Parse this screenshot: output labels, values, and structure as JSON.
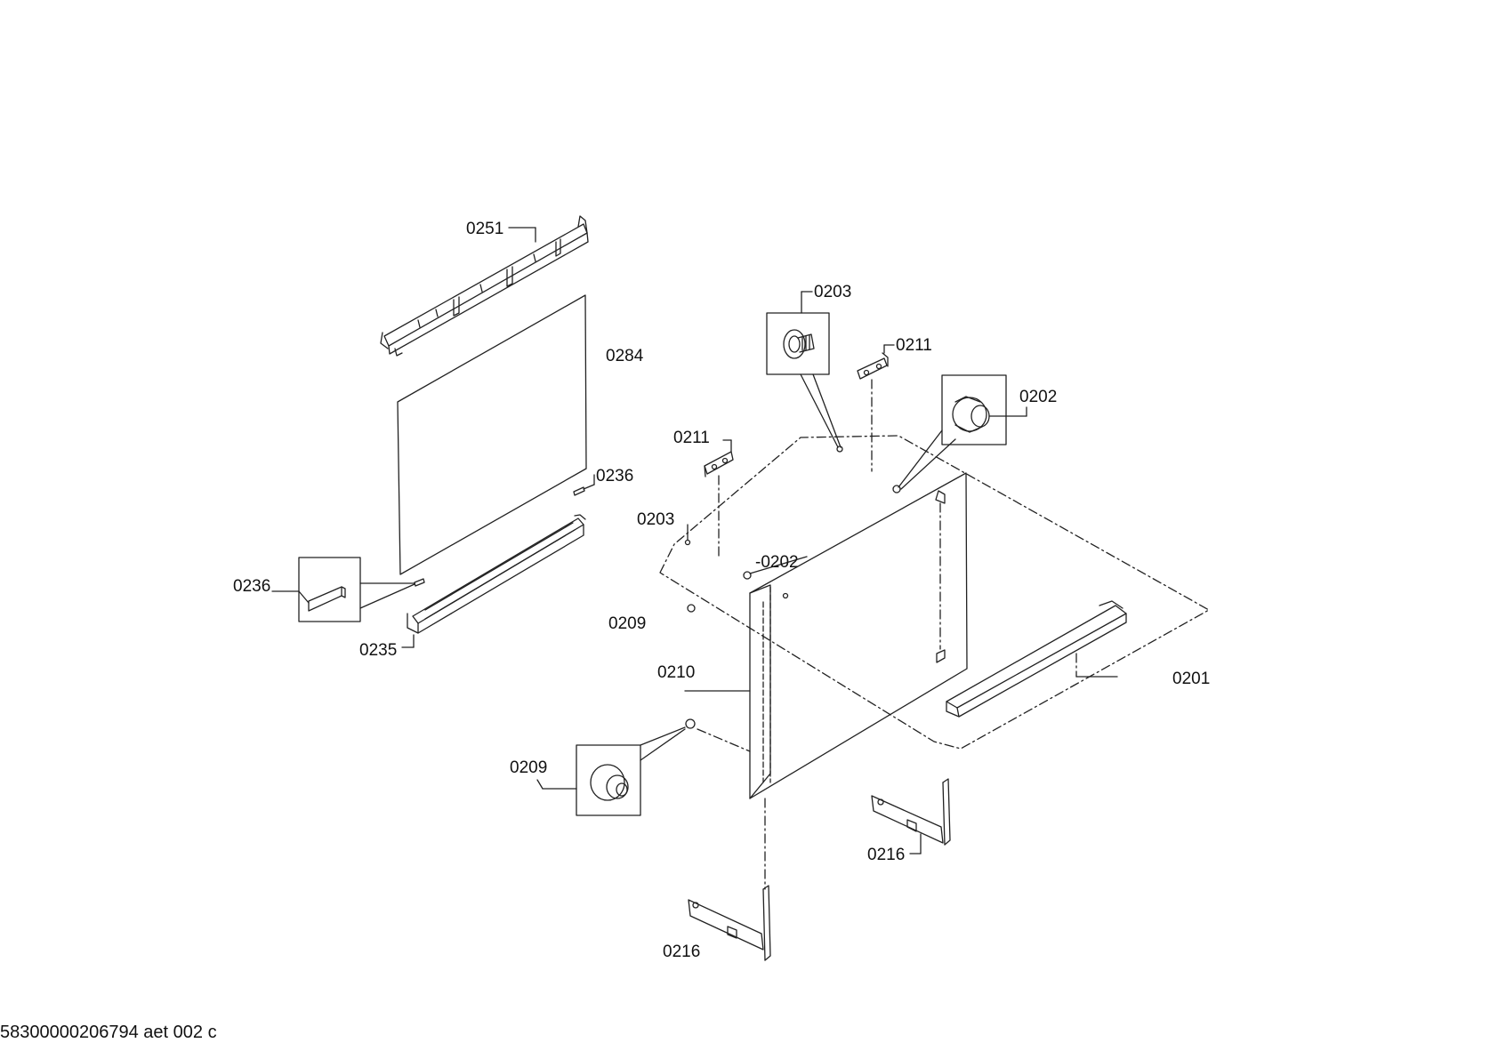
{
  "labels": {
    "p0251": "0251",
    "p0284": "0284",
    "p0236_top": "0236",
    "p0236_box": "0236",
    "p0235": "0235",
    "p0203_top": "0203",
    "p0211_right": "0211",
    "p0202_right": "0202",
    "p0211_left": "0211",
    "p0203_left": "0203",
    "p0202_mid": "-0202",
    "p0209_top": "0209",
    "p0210": "0210",
    "p0201": "0201",
    "p0209_box": "0209",
    "p0216_right": "0216",
    "p0216_bottom": "0216"
  },
  "footer": {
    "drawing_id": "58300000206794 aet 002 c"
  },
  "colors": {
    "line": "#222222",
    "background": "#ffffff"
  }
}
